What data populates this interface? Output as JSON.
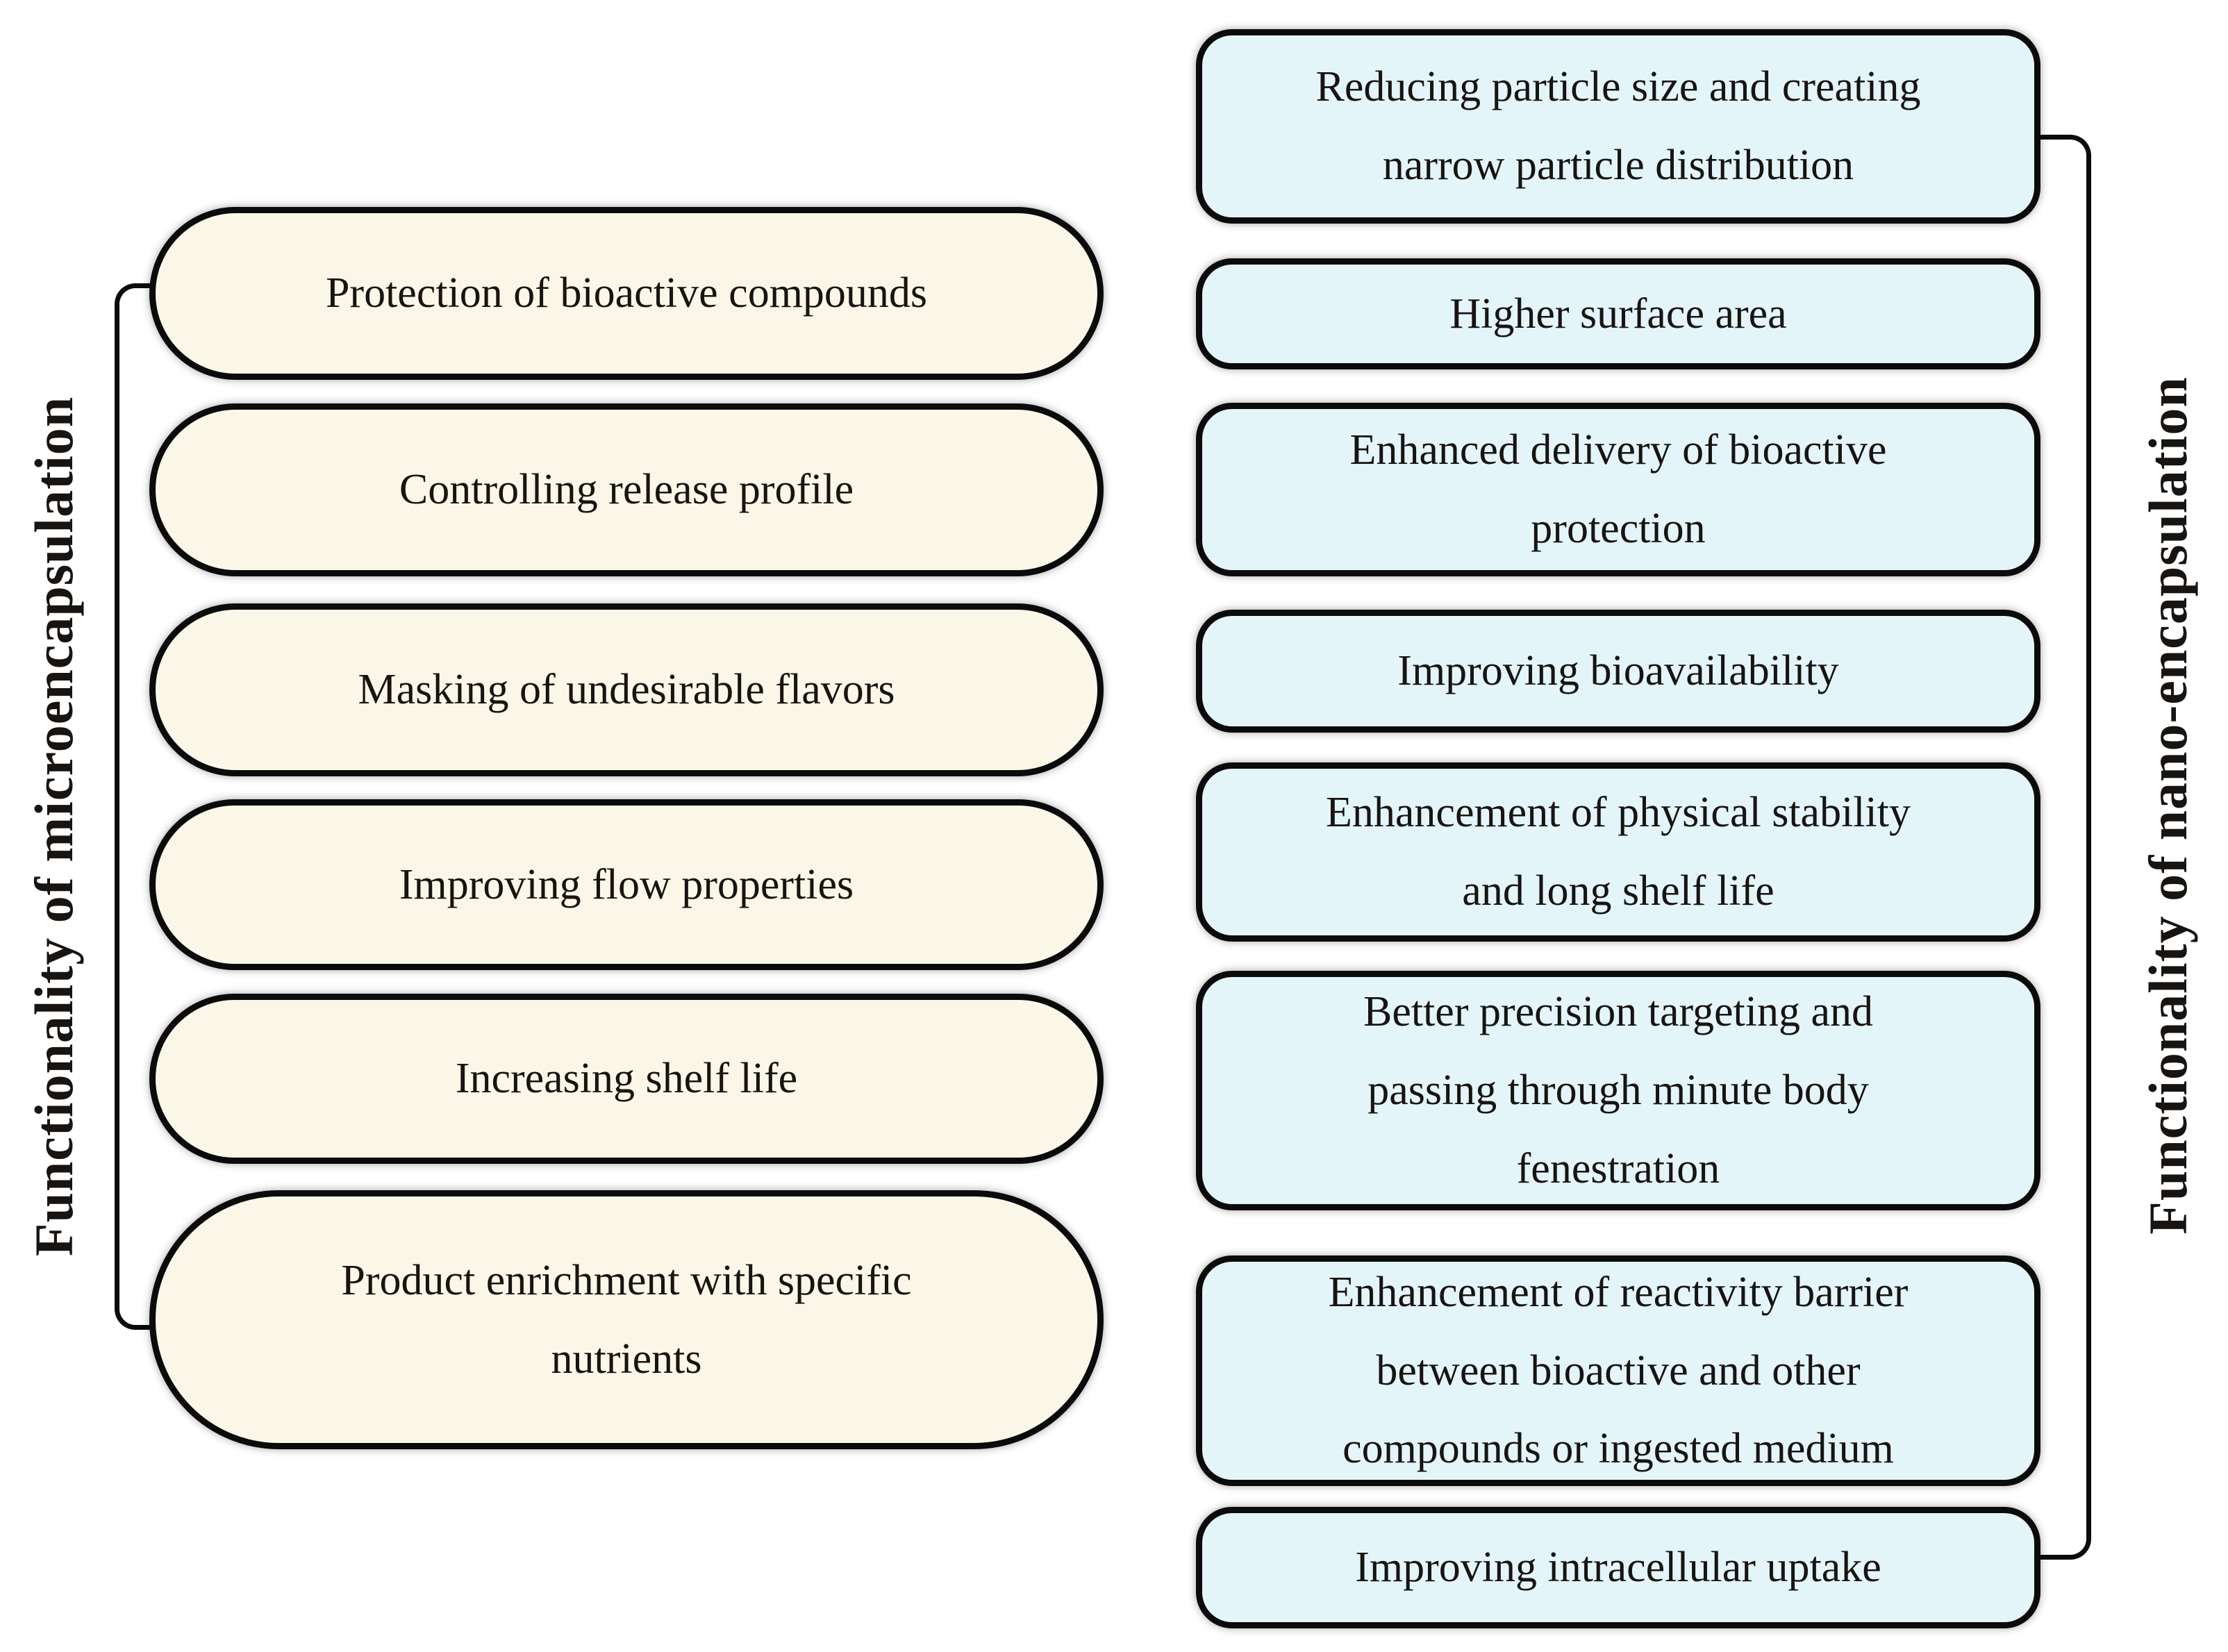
{
  "colors": {
    "oval_fill": "#FBF7E8",
    "box_fill": "#E4F5F9",
    "border": "#0B0B0B",
    "text": "#171411"
  },
  "left_group": {
    "label": "Functionality of microencapsulation",
    "items": [
      "Protection of bioactive compounds",
      "Controlling release profile",
      "Masking of undesirable flavors",
      "Improving flow properties",
      "Increasing shelf life",
      "Product enrichment with specific\nnutrients"
    ]
  },
  "right_group": {
    "label": "Functionality of nano-encapsulation",
    "items": [
      "Reducing particle size and creating\nnarrow particle distribution",
      "Higher surface area",
      "Enhanced delivery of bioactive\nprotection",
      "Improving bioavailability",
      "Enhancement of physical stability\nand long shelf life",
      "Better precision targeting and\npassing through minute body\nfenestration",
      "Enhancement of reactivity barrier\nbetween bioactive and other\ncompounds or ingested medium",
      "Improving intracellular uptake"
    ]
  }
}
